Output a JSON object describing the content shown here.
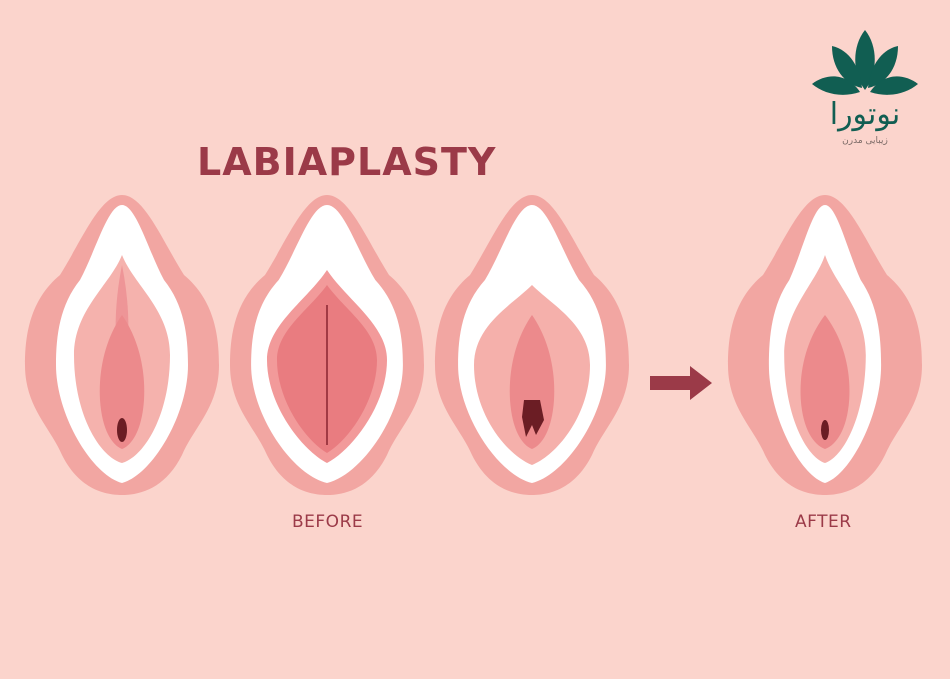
{
  "title": "LABIAPLASTY",
  "labels": {
    "before": "BEFORE",
    "after": "AFTER"
  },
  "logo": {
    "name": "نوتورا",
    "tagline": "زیبایی مدرن"
  },
  "icons": {
    "arrow": "right-arrow-icon",
    "logo": "lotus-icon"
  },
  "colors": {
    "background": "#fbd4cc",
    "accent": "#9b3a48",
    "brand": "#115e52",
    "outer": "#f2a6a2",
    "inner": "#ec8a8c"
  }
}
